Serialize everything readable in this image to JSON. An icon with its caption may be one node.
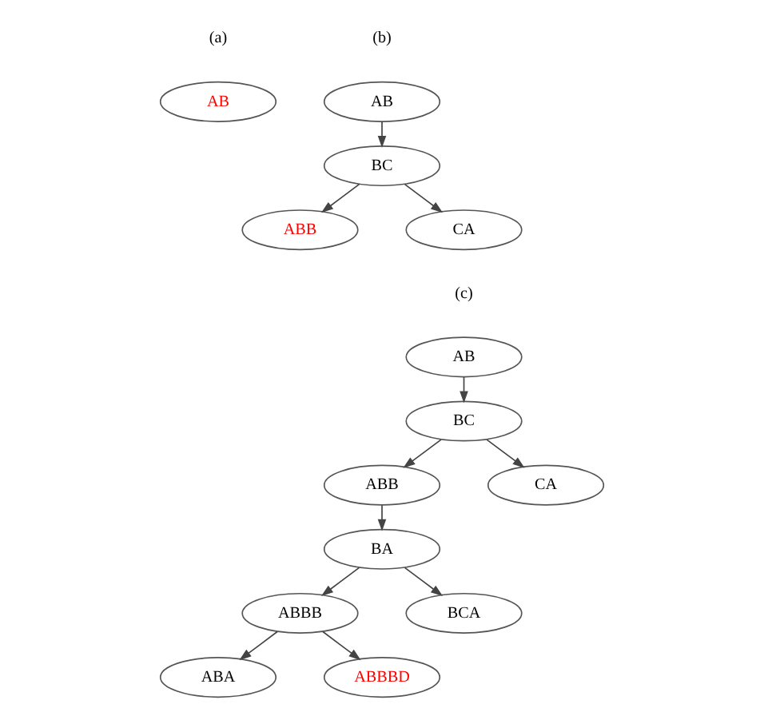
{
  "diagram": {
    "nodes": [
      {
        "text": [
          "AB"
        ]
      },
      {
        "text": [
          "AB"
        ]
      },
      {
        "text": [
          "BC"
        ]
      },
      {
        "text": [
          "ABB"
        ]
      },
      {
        "text": [
          "CA"
        ]
      },
      {
        "text": [
          "AB"
        ]
      },
      {
        "text": [
          "BC"
        ]
      },
      {
        "text": [
          "ABB"
        ]
      },
      {
        "text": [
          "CA"
        ]
      },
      {
        "text": [
          "BA"
        ]
      },
      {
        "text": [
          "ABBB"
        ]
      },
      {
        "text": [
          "BCA"
        ]
      },
      {
        "text": [
          "ABA"
        ]
      },
      {
        "text": [
          "ABBBD"
        ]
      }
    ],
    "edges": [
      {
        "from": 1,
        "to": 2,
        "arrow": "to"
      },
      {
        "from": 2,
        "to": 3,
        "arrow": "to"
      },
      {
        "from": 2,
        "to": 4,
        "arrow": "to"
      },
      {
        "from": 5,
        "to": 6,
        "arrow": "to"
      },
      {
        "from": 6,
        "to": 7,
        "arrow": "to"
      },
      {
        "from": 6,
        "to": 8,
        "arrow": "to"
      },
      {
        "from": 7,
        "to": 9,
        "arrow": "to"
      },
      {
        "from": 9,
        "to": 10,
        "arrow": "to"
      },
      {
        "from": 9,
        "to": 11,
        "arrow": "to"
      },
      {
        "from": 10,
        "to": 12,
        "arrow": "to"
      },
      {
        "from": 10,
        "to": 13,
        "arrow": "to"
      }
    ],
    "labels": [
      "(a)",
      "(b)",
      "(c)"
    ]
  }
}
